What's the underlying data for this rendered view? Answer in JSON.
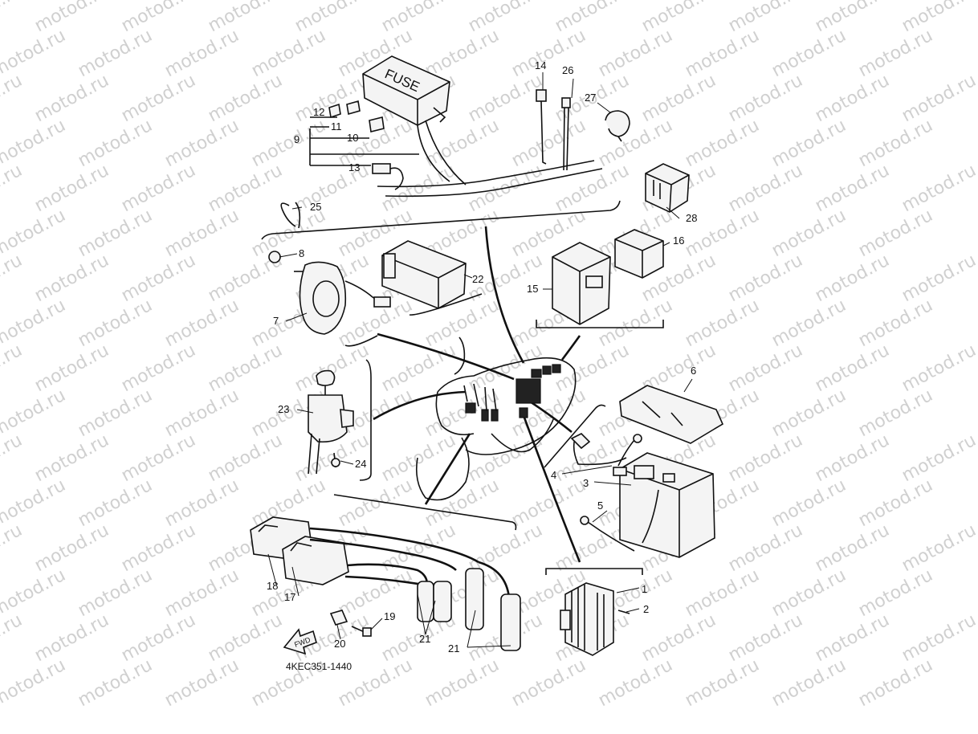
{
  "watermark": "motod.ru",
  "diagram_code": "4KEC351-1440",
  "fuse_text": "FUSE",
  "fwd_text": "FWD",
  "callouts": [
    {
      "id": "1",
      "label": "1"
    },
    {
      "id": "2",
      "label": "2"
    },
    {
      "id": "3",
      "label": "3"
    },
    {
      "id": "4",
      "label": "4"
    },
    {
      "id": "5",
      "label": "5"
    },
    {
      "id": "6",
      "label": "6"
    },
    {
      "id": "7",
      "label": "7"
    },
    {
      "id": "8",
      "label": "8"
    },
    {
      "id": "9",
      "label": "9"
    },
    {
      "id": "10",
      "label": "10"
    },
    {
      "id": "11",
      "label": "11"
    },
    {
      "id": "12",
      "label": "12"
    },
    {
      "id": "13",
      "label": "13"
    },
    {
      "id": "14",
      "label": "14"
    },
    {
      "id": "15",
      "label": "15"
    },
    {
      "id": "16",
      "label": "16"
    },
    {
      "id": "17",
      "label": "17"
    },
    {
      "id": "18",
      "label": "18"
    },
    {
      "id": "19",
      "label": "19"
    },
    {
      "id": "20",
      "label": "20"
    },
    {
      "id": "21a",
      "label": "21"
    },
    {
      "id": "21b",
      "label": "21"
    },
    {
      "id": "22",
      "label": "22"
    },
    {
      "id": "23",
      "label": "23"
    },
    {
      "id": "24",
      "label": "24"
    },
    {
      "id": "25",
      "label": "25"
    },
    {
      "id": "26",
      "label": "26"
    },
    {
      "id": "27",
      "label": "27"
    },
    {
      "id": "28",
      "label": "28"
    }
  ]
}
